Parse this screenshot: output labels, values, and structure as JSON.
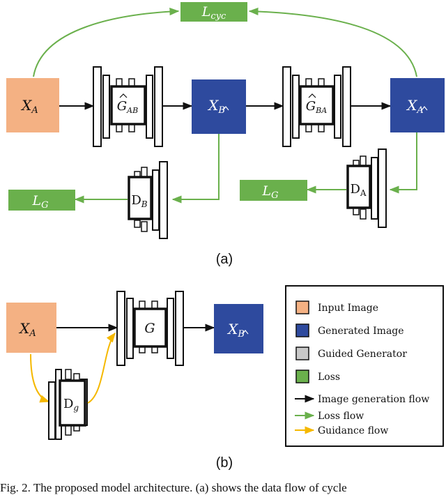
{
  "colors": {
    "input": "#f4b183",
    "generated": "#2e4a9e",
    "loss": "#6ab04c",
    "guidance": "#f5b800",
    "arrow": "#111111"
  },
  "panel_a": {
    "label": "(a)",
    "l_cyc": "L",
    "l_cyc_sub": "cyc",
    "x_a": "X",
    "x_a_sub": "A",
    "g_ab": "G",
    "g_ab_sub": "AB",
    "x_b_hat": "X",
    "x_b_hat_sub": "B",
    "g_ba": "G",
    "g_ba_sub": "BA",
    "x_a_hat": "X",
    "x_a_hat_sub": "A",
    "d_b": "D",
    "d_b_sub": "B",
    "d_a": "D",
    "d_a_sub": "A",
    "l_g_left": "L",
    "l_g_left_sub": "G",
    "l_g_right": "L",
    "l_g_right_sub": "G"
  },
  "panel_b": {
    "label": "(b)",
    "x_a": "X",
    "x_a_sub": "A",
    "g": "G",
    "x_b_hat": "X",
    "x_b_hat_sub": "B",
    "d_g": "D",
    "d_g_sub": "g"
  },
  "legend": {
    "items": [
      {
        "label": "Input Image",
        "color": "#f4b183"
      },
      {
        "label": "Generated Image",
        "color": "#2e4a9e"
      },
      {
        "label": "Guided Generator",
        "color": "#c8c8c8"
      },
      {
        "label": "Loss",
        "color": "#6ab04c"
      }
    ],
    "flows": [
      {
        "label": "Image generation flow",
        "color": "#111111"
      },
      {
        "label": "Loss flow",
        "color": "#6ab04c"
      },
      {
        "label": "Guidance flow",
        "color": "#f5b800"
      }
    ]
  },
  "caption": "Fig. 2.  The proposed model architecture. (a) shows the data flow of cycle"
}
